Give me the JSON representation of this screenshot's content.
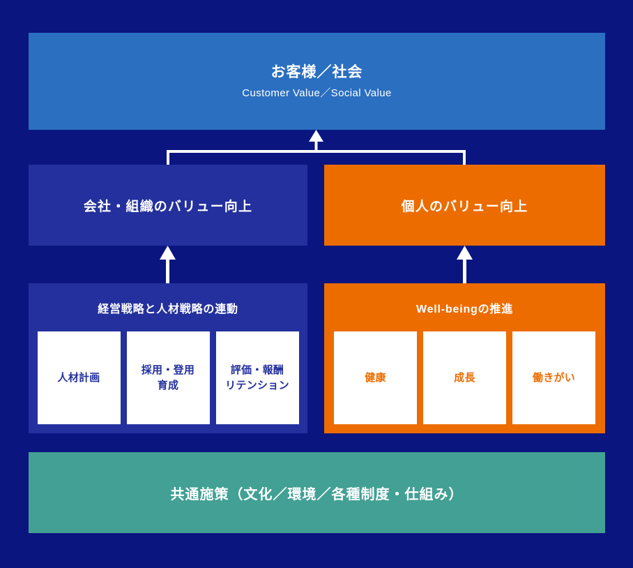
{
  "colors": {
    "background": "#0a1580",
    "top_box": "#2a6fc0",
    "company_blue": "#23309d",
    "individual_orange": "#ec6c00",
    "common_teal": "#42a094",
    "connector_white": "#ffffff",
    "card_background": "#ffffff"
  },
  "top_box": {
    "title_jp": "お客様／社会",
    "title_en": "Customer Value／Social Value"
  },
  "value_row": {
    "left": {
      "label": "会社・組織のバリュー向上"
    },
    "right": {
      "label": "個人のバリュー向上"
    }
  },
  "group_row": {
    "left": {
      "title": "経営戦略と人材戦略の連動",
      "cards": [
        {
          "label": "人材計画"
        },
        {
          "label": "採用・登用\n育成"
        },
        {
          "label": "評価・報酬\nリテンション"
        }
      ]
    },
    "right": {
      "title": "Well-beingの推進",
      "cards": [
        {
          "label": "健康"
        },
        {
          "label": "成長"
        },
        {
          "label": "働きがい"
        }
      ]
    }
  },
  "common_band": {
    "label": "共通施策（文化／環境／各種制度・仕組み）"
  },
  "connectors": {
    "bracket_to_top": "merge-arrow-up",
    "left_group_arrow": "arrow-up",
    "right_group_arrow": "arrow-up"
  }
}
